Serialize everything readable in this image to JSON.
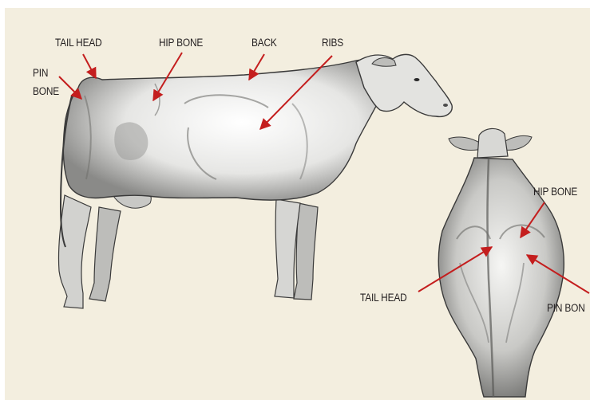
{
  "figure": {
    "colors": {
      "background": "#f3eedf",
      "arrow": "#c41e1e",
      "label_text": "#231f20",
      "sketch": "#3a3a3a"
    },
    "side_view": {
      "labels": {
        "tail_head": "TAIL HEAD",
        "hip_bone": "HIP BONE",
        "back": "BACK",
        "ribs": "RIBS",
        "pin_bone_line1": "PIN",
        "pin_bone_line2": "BONE"
      }
    },
    "rear_view": {
      "labels": {
        "hip_bone": "HIP BONE",
        "tail_head": "TAIL HEAD",
        "pin_bone": "PIN BON"
      }
    }
  }
}
